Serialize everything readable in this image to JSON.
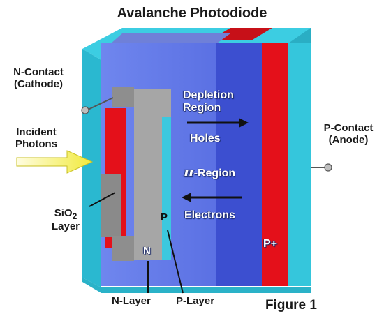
{
  "title": "Avalanche Photodiode",
  "figure_label": "Figure 1",
  "labels": {
    "n_contact_line1": "N-Contact",
    "n_contact_line2": "(Cathode)",
    "incident_line1": "Incident",
    "incident_line2": "Photons",
    "sio2_main": "SiO",
    "sio2_sub": "2",
    "sio2_line2": "Layer",
    "n_layer": "N-Layer",
    "p_layer": "P-Layer",
    "p_contact_line1": "P-Contact",
    "p_contact_line2": "(Anode)"
  },
  "inside_labels": {
    "depletion_line1": "Depletion",
    "depletion_line2": "Region",
    "holes": "Holes",
    "pi_symbol": "π",
    "pi_region": "-Region",
    "electrons": "Electrons",
    "p_plus": "P+",
    "p": "P",
    "n": "N"
  },
  "colors": {
    "cyan": "#35c6dc",
    "red": "#e4101a",
    "blue_front": "#5c73e6",
    "blue_side": "#3a4fcc",
    "gray": "#a6a6a6",
    "photon_arrow": "#f1ef5a"
  }
}
